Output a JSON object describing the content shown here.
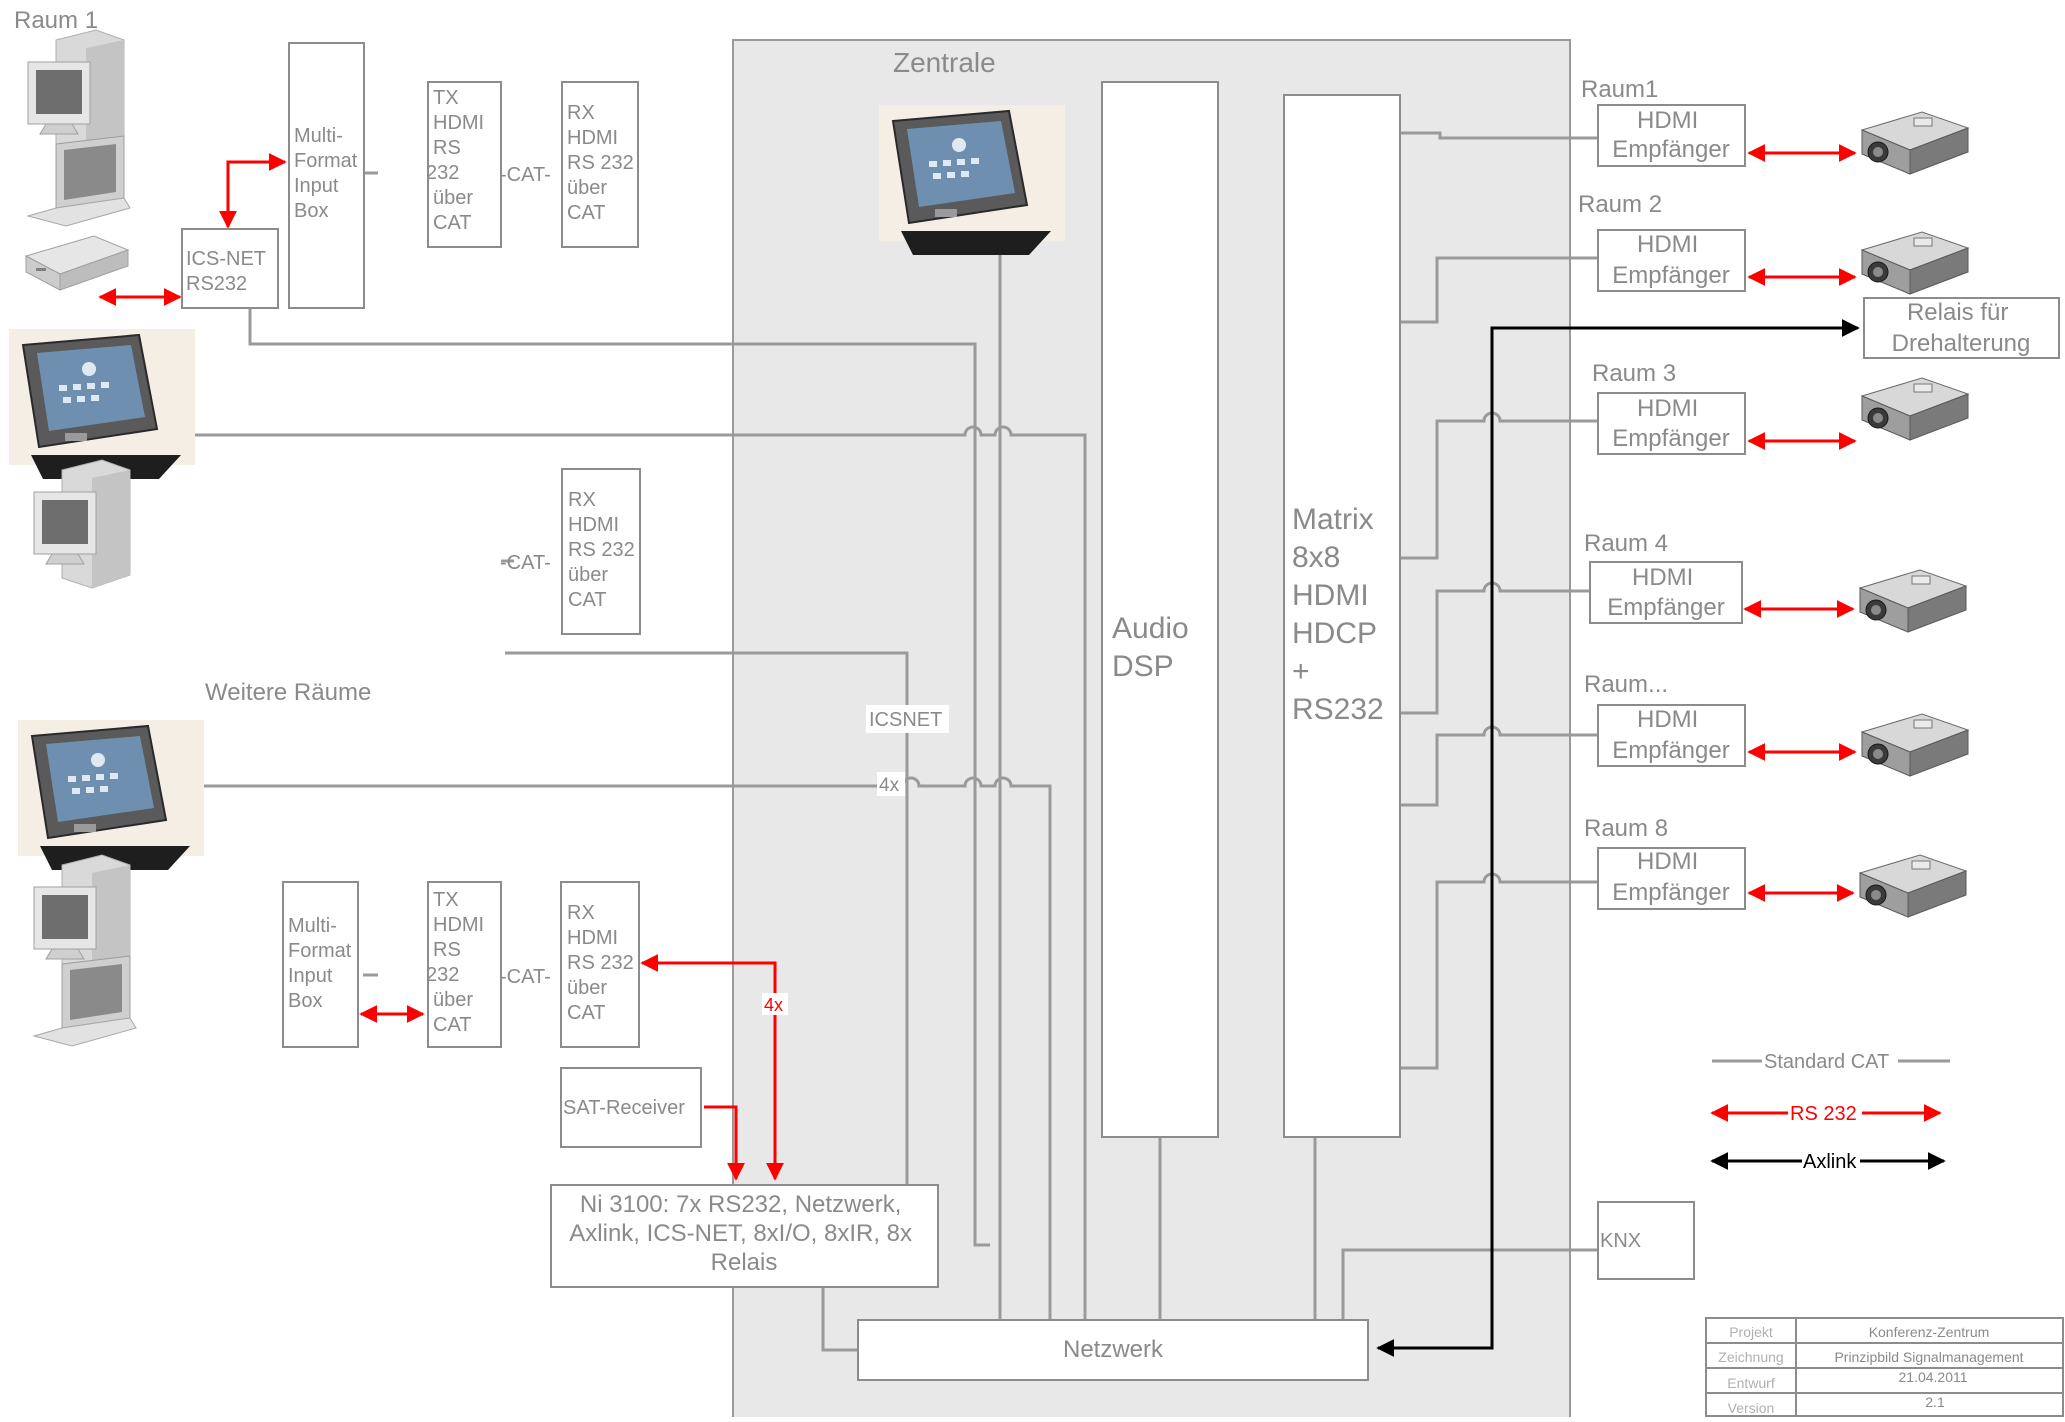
{
  "rooms_left": {
    "room1": "Raum 1",
    "weitere": "Weitere Räume"
  },
  "central": {
    "title": "Zentrale"
  },
  "left_devices": {
    "mfib1": [
      "Multi-",
      "Format",
      "Input",
      "Box"
    ],
    "tx1": [
      "TX",
      "HDMI",
      "RS",
      "232",
      "über",
      "CAT"
    ],
    "rx1": [
      "RX",
      "HDMI",
      "RS 232",
      "über",
      "CAT"
    ],
    "icsnet_box": [
      "ICS-NET",
      "RS232"
    ],
    "rx2": [
      "RX",
      "HDMI",
      "RS 232",
      "über",
      "CAT"
    ],
    "mfib2": [
      "Multi-",
      "Format",
      "Input",
      "Box"
    ],
    "tx2": [
      "TX",
      "HDMI",
      "RS",
      "232",
      "über",
      "CAT"
    ],
    "rx3": [
      "RX",
      "HDMI",
      "RS 232",
      "über",
      "CAT"
    ],
    "sat": "SAT-Receiver",
    "ni3100": [
      "Ni 3100: 7x RS232, Netzwerk,",
      "Axlink, ICS-NET, 8xI/O, 8xIR, 8x",
      "Relais"
    ]
  },
  "wire_labels": {
    "cat": "-CAT-",
    "icsnet": "ICSNET",
    "x4": "4x"
  },
  "audio_dsp": [
    "Audio",
    "DSP"
  ],
  "matrix": [
    "Matrix",
    "8x8",
    "HDMI",
    "HDCP",
    "+",
    "RS232"
  ],
  "network": "Netzwerk",
  "outputs": [
    {
      "room": "Raum1",
      "receiver": [
        "HDMI",
        "Empfänger"
      ]
    },
    {
      "room": "Raum 2",
      "receiver": [
        "HDMI",
        "Empfänger"
      ]
    },
    {
      "room": "Raum 3",
      "receiver": [
        "HDMI",
        "Empfänger"
      ]
    },
    {
      "room": "Raum 4",
      "receiver": [
        "HDMI",
        "Empfänger"
      ]
    },
    {
      "room": "Raum...",
      "receiver": [
        "HDMI",
        "Empfänger"
      ]
    },
    {
      "room": "Raum 8",
      "receiver": [
        "HDMI",
        "Empfänger"
      ]
    }
  ],
  "relais": [
    "Relais für",
    "Drehalterung"
  ],
  "knx": "KNX",
  "legend": {
    "standard_cat": "Standard CAT",
    "rs232": "RS 232",
    "axlink": "Axlink"
  },
  "colors": {
    "rs232": "#ff0000",
    "axlink": "#000000",
    "cat": "#9a9a9a",
    "zentrale_bg": "#e8e8e8"
  },
  "title_block": [
    {
      "label": "Projekt",
      "value": "Konferenz-Zentrum"
    },
    {
      "label": "Zeichnung",
      "value": "Prinzipbild Signalmanagement"
    },
    {
      "label": "Entwurf",
      "value": "21.04.2011"
    },
    {
      "label": "Version",
      "value": "2.1"
    }
  ],
  "icons": [
    "desktop-pc-icon",
    "laptop-icon",
    "set-top-box-icon",
    "touch-panel-icon",
    "projector-icon"
  ]
}
